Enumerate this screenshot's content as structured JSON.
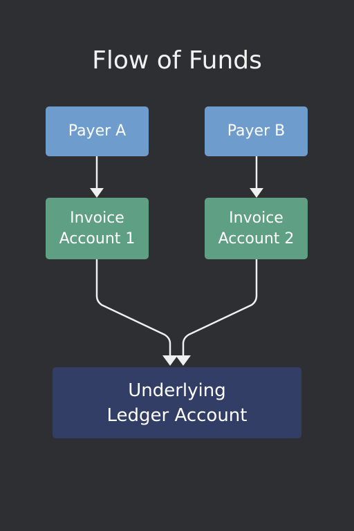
{
  "title": "Flow of Funds",
  "nodes": {
    "payer_a": {
      "label": "Payer A"
    },
    "payer_b": {
      "label": "Payer B"
    },
    "invoice_1": {
      "line1": "Invoice",
      "line2": "Account 1"
    },
    "invoice_2": {
      "line1": "Invoice",
      "line2": "Account 2"
    },
    "ledger": {
      "line1": "Underlying",
      "line2": "Ledger Account"
    }
  },
  "colors": {
    "background": "#2e2f33",
    "payer": "#6e9dcd",
    "invoice": "#5f9f84",
    "ledger": "#323e66",
    "arrow": "#f0f0f0"
  }
}
